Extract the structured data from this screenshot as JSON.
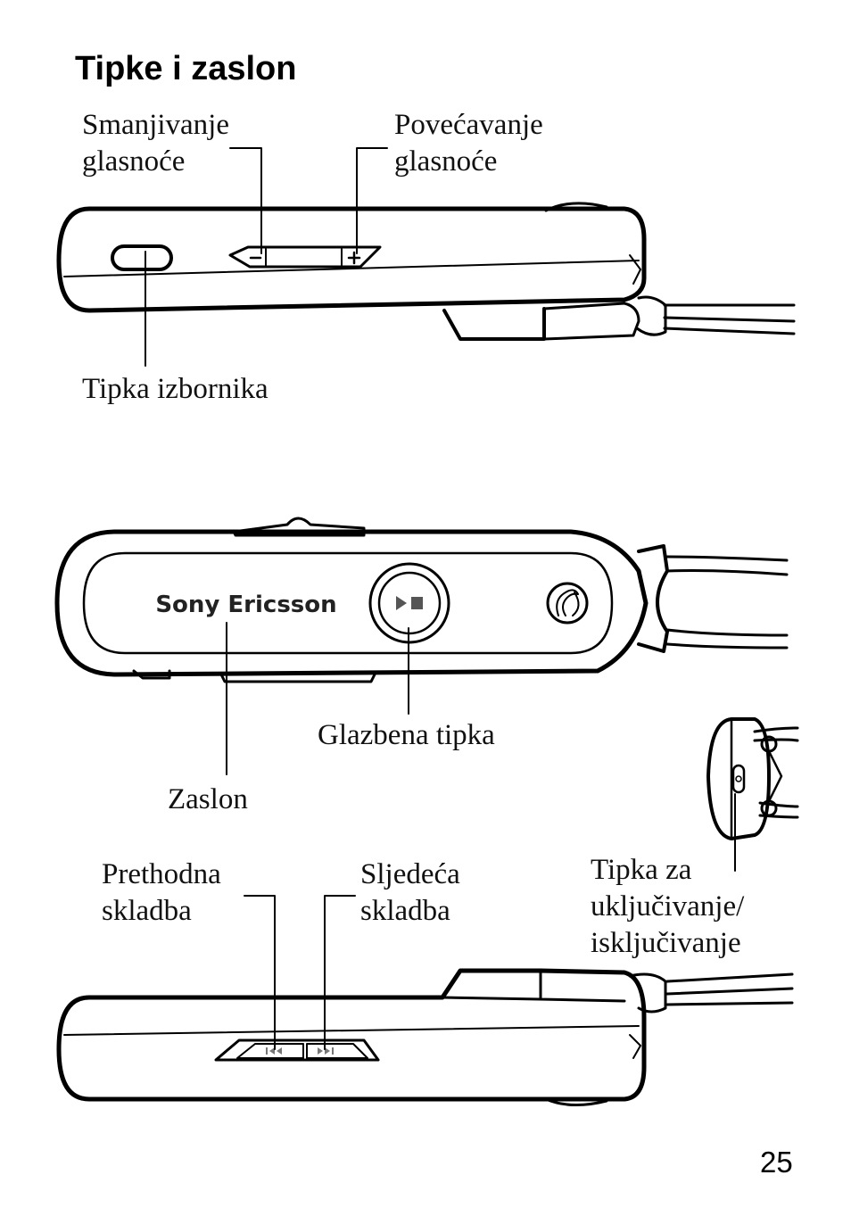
{
  "heading": "Tipke i zaslon",
  "page_number": "25",
  "labels": {
    "volume_down": [
      "Smanjivanje",
      "glasnoće"
    ],
    "volume_up": [
      "Povećavanje",
      "glasnoće"
    ],
    "menu_key": "Tipka izbornika",
    "music_key": "Glazbena tipka",
    "display": "Zaslon",
    "previous_track": [
      "Prethodna",
      "skladba"
    ],
    "next_track": [
      "Sljedeća",
      "skladba"
    ],
    "power_key": [
      "Tipka za",
      "uključivanje/",
      "isključivanje"
    ]
  },
  "device": {
    "brand_logo": "Sony Ericsson",
    "icons": [
      "minus-icon",
      "plus-icon",
      "play-pause-icon",
      "previous-track-icon",
      "next-track-icon",
      "sony-ericsson-emblem-icon",
      "power-icon"
    ]
  }
}
